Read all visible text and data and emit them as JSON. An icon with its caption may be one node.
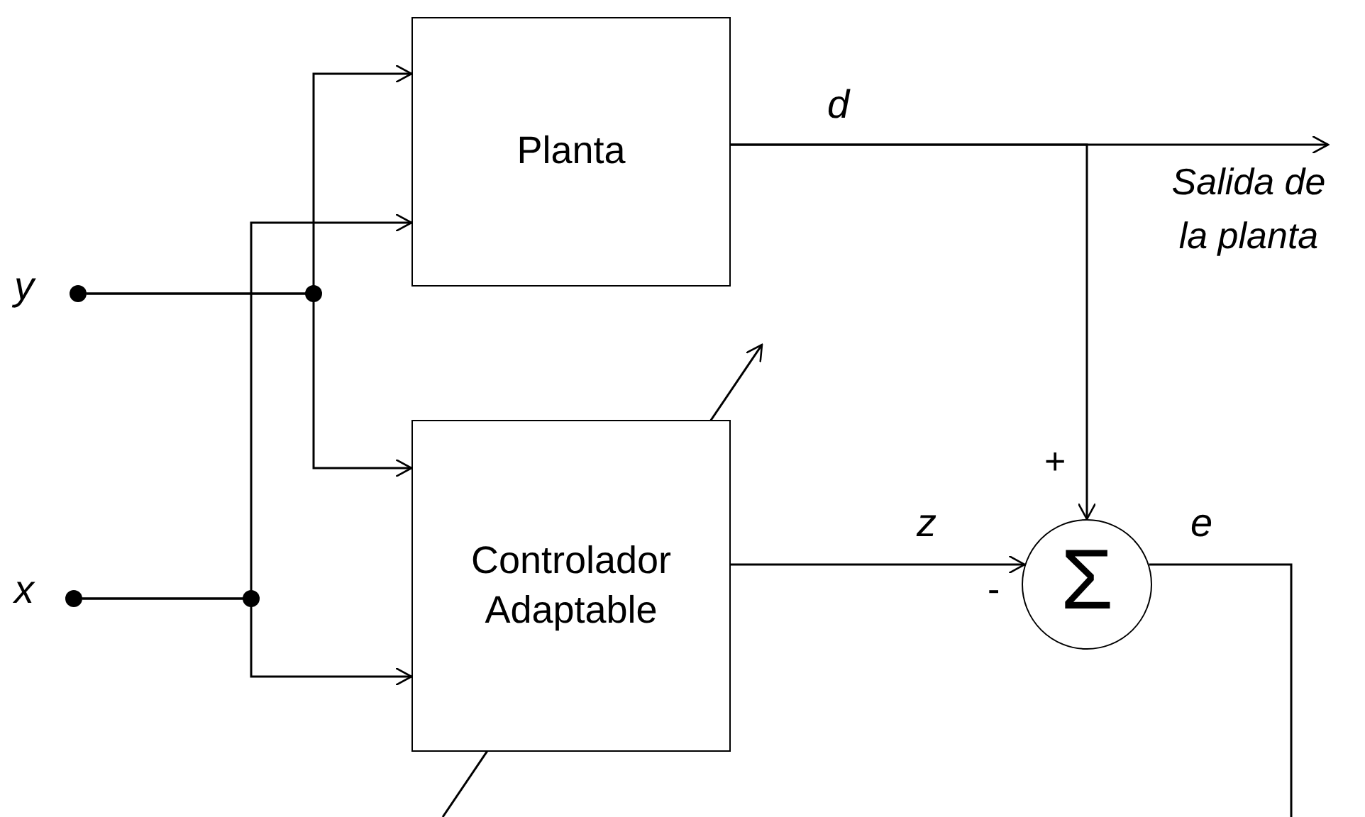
{
  "diagram": {
    "nodes": [
      {
        "text": [
          "Planta"
        ]
      },
      {
        "text": [],
        "shape": "circle",
        "beside": [
          "y"
        ]
      },
      {
        "text": [
          "Controlador Adaptable"
        ]
      },
      {
        "text": [
          "Σ"
        ]
      },
      {
        "text": [],
        "shape": "circle",
        "beside": [
          "x"
        ]
      },
      {
        "text": [
          "Salida de la planta"
        ]
      }
    ],
    "edges": [
      {
        "from": 1,
        "to": 0,
        "arrow": "to"
      },
      {
        "from": 1,
        "to": 2,
        "arrow": "to"
      },
      {
        "from": 4,
        "to": 0,
        "arrow": "to"
      },
      {
        "from": 4,
        "to": 2,
        "arrow": "to"
      },
      {
        "from": 0,
        "to": 5,
        "arrow": "to",
        "label": "d"
      },
      {
        "from": 0,
        "to": 3,
        "arrow": "to"
      },
      {
        "from": 2,
        "to": 3,
        "arrow": "to",
        "label": "z"
      },
      {
        "from": 3,
        "to": null,
        "arrow": "none",
        "label": "e"
      }
    ],
    "labels": [
      "+",
      "-"
    ]
  }
}
